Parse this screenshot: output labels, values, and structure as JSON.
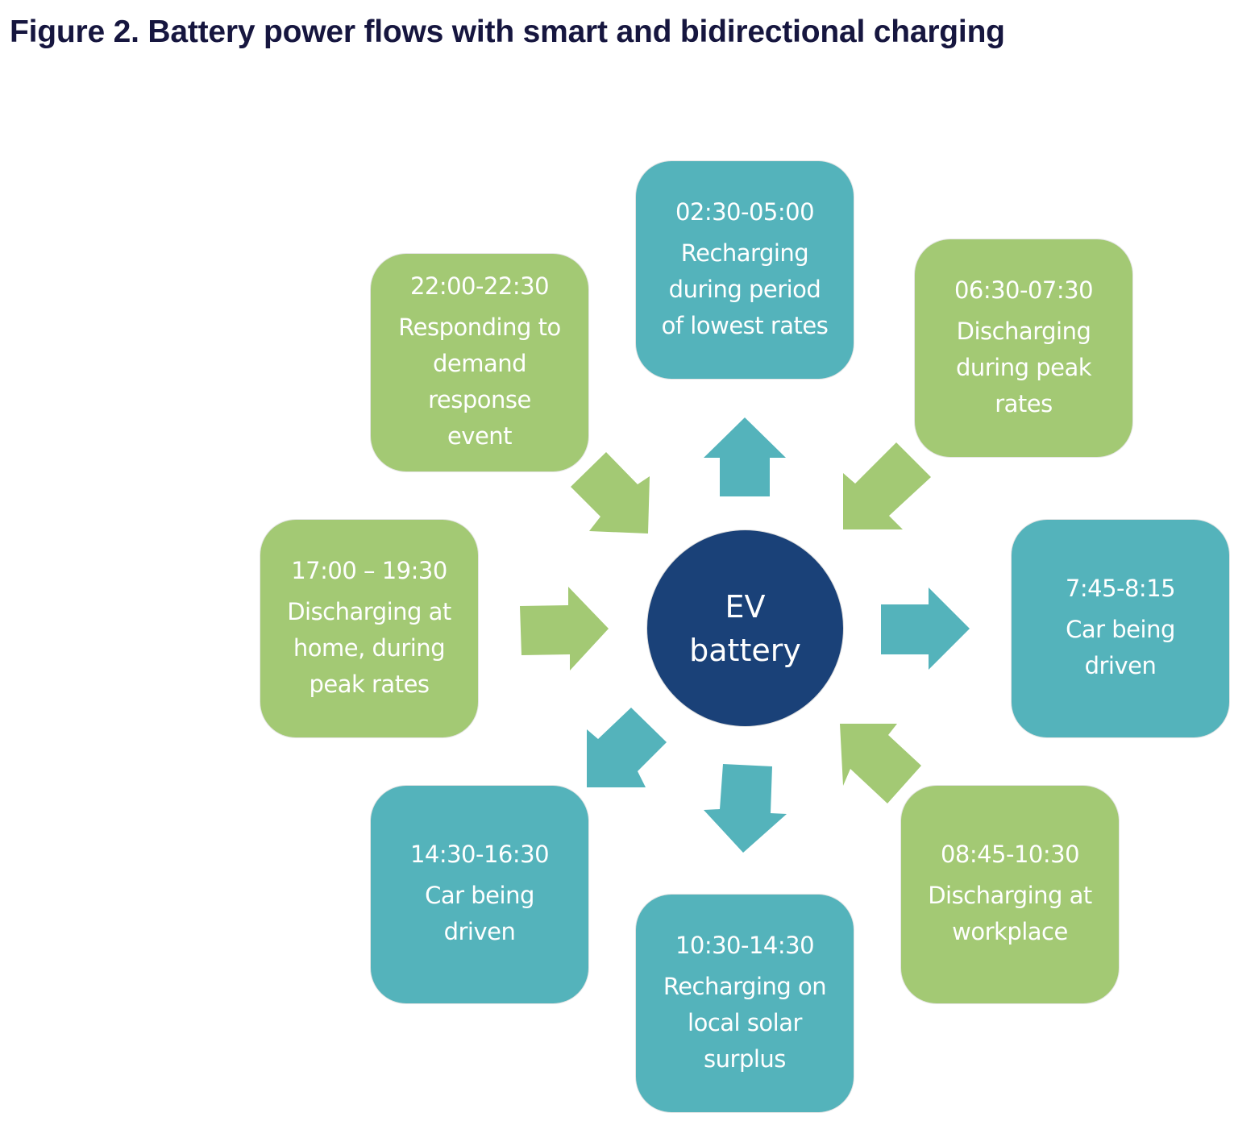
{
  "figure": {
    "title": "Figure 2. Battery power flows with smart and bidirectional charging"
  },
  "colors": {
    "title": "#16163f",
    "discharging_green": "#a3c974",
    "charging_teal": "#54b3bb",
    "hub_navy": "#1a4178",
    "text_white": "#ffffff"
  },
  "hub": {
    "label": "EV\nbattery"
  },
  "nodes": [
    {
      "id": "top",
      "time": "02:30-05:00",
      "description": "Recharging\nduring period\nof lowest rates",
      "type": "charging",
      "flow": "from-battery"
    },
    {
      "id": "top-right",
      "time": "06:30-07:30",
      "description": "Discharging\nduring peak\nrates",
      "type": "discharging",
      "flow": "to-battery"
    },
    {
      "id": "right",
      "time": "7:45-8:15",
      "description": "Car being\ndriven",
      "type": "charging",
      "flow": "from-battery"
    },
    {
      "id": "bottom-right",
      "time": "08:45-10:30",
      "description": "Discharging at\nworkplace",
      "type": "discharging",
      "flow": "to-battery"
    },
    {
      "id": "bottom",
      "time": "10:30-14:30",
      "description": "Recharging on\nlocal solar\nsurplus",
      "type": "charging",
      "flow": "from-battery"
    },
    {
      "id": "bottom-left",
      "time": "14:30-16:30",
      "description": "Car being\ndriven",
      "type": "charging",
      "flow": "from-battery"
    },
    {
      "id": "left",
      "time": "17:00 – 19:30",
      "description": "Discharging at\nhome, during\npeak rates",
      "type": "discharging",
      "flow": "to-battery"
    },
    {
      "id": "top-left",
      "time": "22:00-22:30",
      "description": "Responding to\ndemand\nresponse\nevent",
      "type": "discharging",
      "flow": "to-battery"
    }
  ]
}
